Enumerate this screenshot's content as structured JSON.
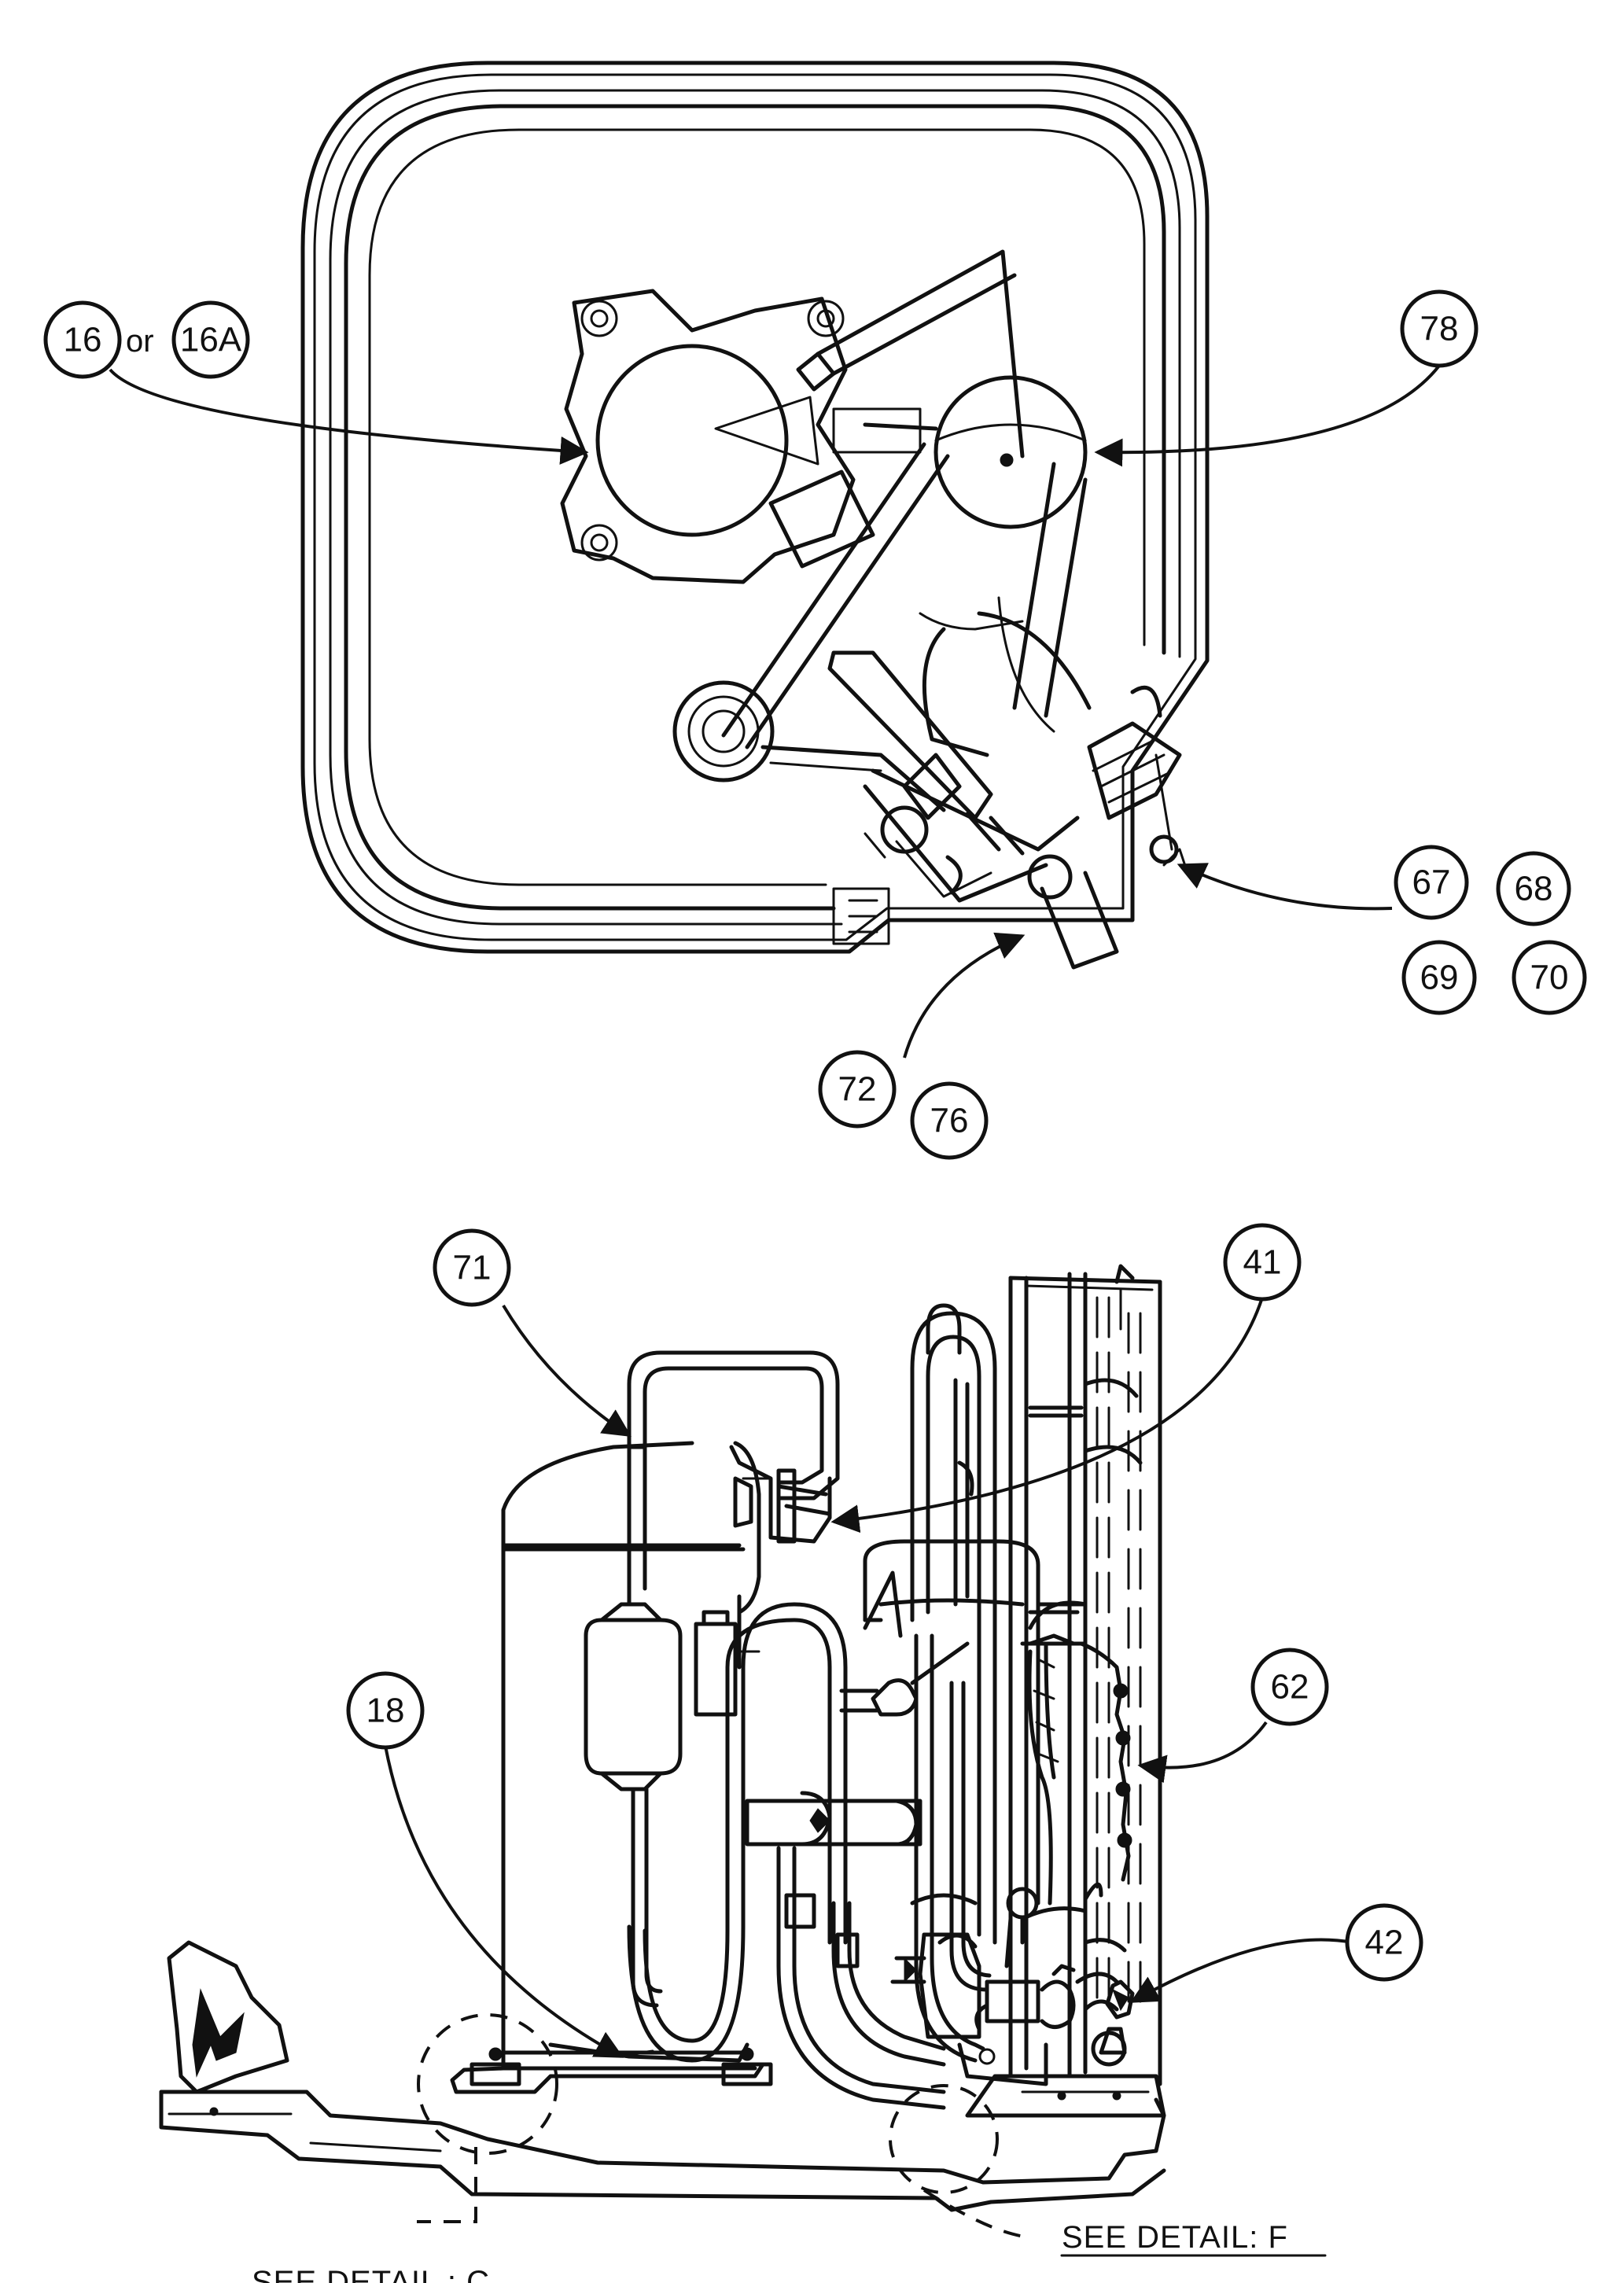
{
  "callouts": {
    "c16": "16",
    "or_word": "or",
    "c16a": "16A",
    "c78": "78",
    "c67": "67",
    "c68": "68",
    "c69": "69",
    "c70": "70",
    "c72": "72",
    "c76": "76",
    "c71": "71",
    "c41": "41",
    "c62": "62",
    "c18": "18",
    "c42": "42"
  },
  "details": {
    "detail_c": "SEE DETAIL : C",
    "detail_f": "SEE DETAIL: F"
  }
}
